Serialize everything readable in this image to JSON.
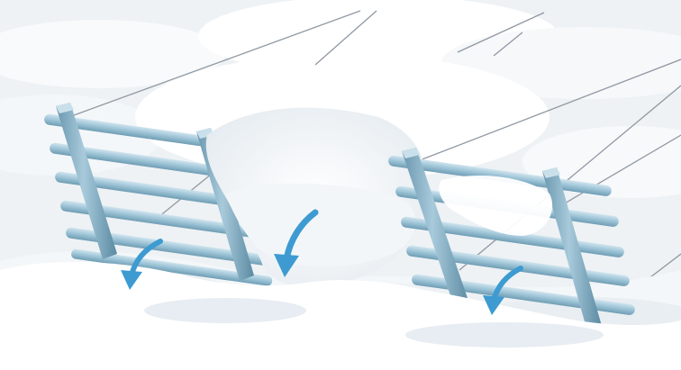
{
  "scene": {
    "subject": "snow-fences-with-snow-flow-arrows",
    "colors": {
      "sky": "#eef1f4",
      "snow": "#ffffff",
      "snow_shadow": "#e2e8ee",
      "rail_light": "#bcd8e6",
      "rail_mid": "#8fb8cc",
      "rail_dark": "#6a97ae",
      "post_light": "#a9cadb",
      "post_dark": "#5f8ea6",
      "arrow": "#3d9bd1",
      "cable": "#8f98a2"
    },
    "fences": [
      {
        "name": "left-fence",
        "posts": 2,
        "rails": 6
      },
      {
        "name": "right-fence",
        "posts": 2,
        "rails": 6
      }
    ],
    "arrows": [
      {
        "name": "flow-arrow-left",
        "icon": "curved-down-arrow-icon"
      },
      {
        "name": "flow-arrow-center",
        "icon": "curved-down-arrow-icon"
      },
      {
        "name": "flow-arrow-right",
        "icon": "curved-down-arrow-icon"
      }
    ]
  }
}
